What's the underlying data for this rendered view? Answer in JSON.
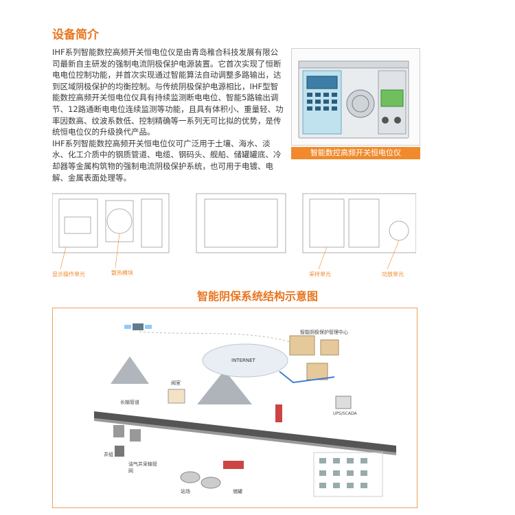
{
  "section_title": "设备简介",
  "intro_paragraphs": [
    "IHF系列智能数控高频开关恒电位仪是由青岛稚合科技发展有限公司最新自主研发的强制电流阴极保护电源装置。它首次实现了恒断电电位控制功能，并首次实现通过智能算法自动调整多路输出，达到区域阴极保护的均衡控制。与传统阴极保护电源相比，IHF型智能数控高频开关恒电位仪具有持续监测断电电位、智能5路输出调节、12路通断电电位连续监测等功能，且具有体积小、重量轻、功率因数高、纹波系数低、控制精确等一系列无可比拟的优势，是传统恒电位仪的升级换代产品。",
    "IHF系列智能数控高频开关恒电位仪可广泛用于土壤、海水、淡水、化工介质中的钢质管道、电缆、钢码头、舰船、储罐罐底、冷却器等金属构筑物的强制电流阴极保护系统，也可用于电镀、电解、金属表面处理等。"
  ],
  "photo_caption": "智能数控高频开关恒电位仪",
  "drawing_labels": {
    "panel": "显示操作单元",
    "fan": "散热模块",
    "power": "采样单元",
    "output": "功放单元"
  },
  "diagram_title": "智能阴保系统结构示意图",
  "diagram_labels": {
    "center": "智能阴极保护管理中心",
    "internet": "INTERNET",
    "pipeline": "长输管道",
    "station": "阀室",
    "well": "井组",
    "tank": "储罐",
    "oil": "油气井采输管网",
    "pump": "站场",
    "ups": "UPS/SCADA"
  },
  "colors": {
    "accent": "#e8761f",
    "caption_bg": "#f08a2c"
  }
}
